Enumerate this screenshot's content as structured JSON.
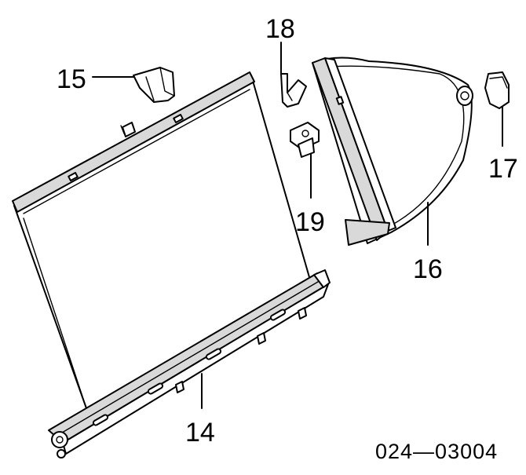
{
  "diagram": {
    "callouts": [
      "14",
      "15",
      "16",
      "17",
      "18",
      "19"
    ],
    "part_code": "024—03004"
  }
}
